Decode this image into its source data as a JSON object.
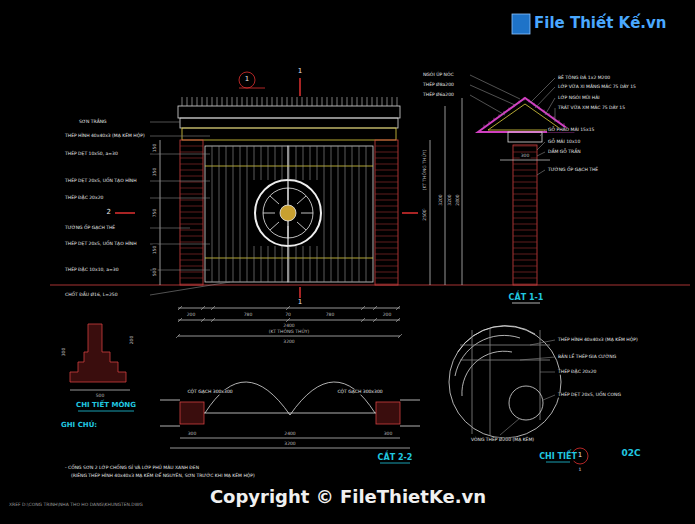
{
  "diagram": {
    "title": "Copyright © FileThietKe.vn",
    "labels": [
      "File Thiết Kế.vn",
      "1",
      "1",
      "1",
      "2",
      "2",
      "1",
      "SƠN TRẮNG",
      "THÉP HÌNH 40x40x3 (MẠ KẼM HỘP)",
      "THÉP DẸT 10x50, a=30",
      "THÉP DẸT 20x5, UỐN TẠO HÌNH",
      "THÉP ĐẶC 20x20",
      "TƯỜNG ỐP GẠCH THẺ",
      "THÉP DẸT 20x5, UỐN TẠO HÌNH",
      "THÉP ĐẶC 10x10, a=30",
      "CHỐT ĐẦU Ø16, L=250",
      "NGÓI ÚP NÓC",
      "THÉP Ø8a200",
      "THÉP Ø6a200",
      "BÊ TÔNG ĐÁ 1x2 M200",
      "LỚP VỮA XI MĂNG MÁC 75 DÀY 15",
      "LỚP NGÓI MŨI HÀI",
      "TRÁT VỮA XM MÁC 75 DÀY 15",
      "GỖ PHÀO MÁI 15x15",
      "GỖ MÁI 10x10",
      "DẦM GỖ TRẦN",
      "TƯỜNG ỐP GẠCH THẺ",
      "CẮT 1-1",
      "300",
      "2800",
      "3200",
      "150",
      "350",
      "750",
      "150",
      "500",
      "2500",
      "3200",
      "(KT THÔNG THỦY)",
      "200",
      "780",
      "70",
      "780",
      "200",
      "2400",
      "(KT THÔNG THỦY)",
      "3200",
      "CHI TIẾT MÓNG",
      "300",
      "500",
      "200",
      "GHI CHÚ:",
      "- CỔNG SƠN 2 LỚP CHỐNG GỈ VÀ LỚP PHỦ MÀU XANH ĐEN",
      "(RIÊNG THÉP HÌNH 40x40x3 MẠ KẼM ĐỂ NGUYÊN, SƠN TRƯỚC KHI MẠ KẼM HỘP)",
      "CỘT GẠCH 300x300",
      "CỘT GẠCH 300x300",
      "2400",
      "3200",
      "300",
      "300",
      "CẮT 2-2",
      "THÉP HÌNH 40x40x3 (MẠ KẼM HỘP)",
      "BẢN LỀ THÉP GIA CƯỜNG",
      "THÉP ĐẶC 20x20",
      "THÉP DẸT 20x5, UỐN CONG",
      "VÒNG THÉP Ø200 (MẠ KẼM)",
      "CHI TIẾT",
      "1",
      "02C",
      "XREF D:\\CONG TRINH\\NHA THO HO DANG\\KHUNGTEN.DWG"
    ]
  }
}
